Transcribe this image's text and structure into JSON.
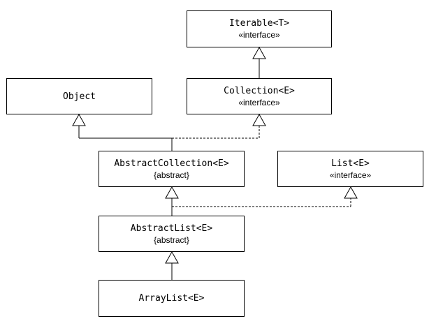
{
  "classes": {
    "iterable": {
      "name": "Iterable<T>",
      "stereotype": "«interface»"
    },
    "object": {
      "name": "Object",
      "stereotype": ""
    },
    "collection": {
      "name": "Collection<E>",
      "stereotype": "«interface»"
    },
    "abstract_collection": {
      "name": "AbstractCollection<E>",
      "stereotype": "{abstract}"
    },
    "list": {
      "name": "List<E>",
      "stereotype": "«interface»"
    },
    "abstract_list": {
      "name": "AbstractList<E>",
      "stereotype": "{abstract}"
    },
    "array_list": {
      "name": "ArrayList<E>",
      "stereotype": ""
    }
  },
  "relations": [
    {
      "from": "collection",
      "to": "iterable",
      "kind": "generalization"
    },
    {
      "from": "abstract_collection",
      "to": "object",
      "kind": "generalization"
    },
    {
      "from": "abstract_collection",
      "to": "collection",
      "kind": "realization"
    },
    {
      "from": "abstract_list",
      "to": "abstract_collection",
      "kind": "generalization"
    },
    {
      "from": "abstract_list",
      "to": "list",
      "kind": "realization"
    },
    {
      "from": "array_list",
      "to": "abstract_list",
      "kind": "generalization"
    }
  ]
}
